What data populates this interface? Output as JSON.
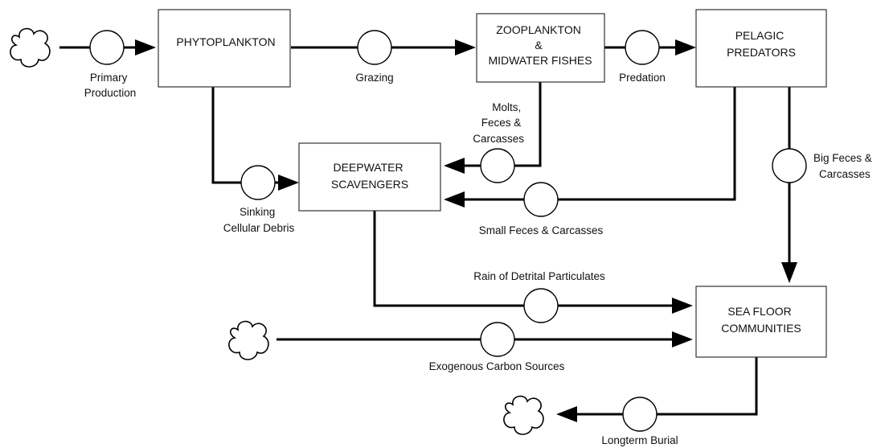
{
  "boxes": {
    "phytoplankton": [
      "PHYTOPLANKTON"
    ],
    "zooplankton": [
      "ZOOPLANKTON",
      "&",
      "MIDWATER FISHES"
    ],
    "pelagic": [
      "PELAGIC",
      "PREDATORS"
    ],
    "scavengers": [
      "DEEPWATER",
      "SCAVENGERS"
    ],
    "seafloor": [
      "SEA FLOOR",
      "COMMUNITIES"
    ]
  },
  "flows": {
    "primary_production": [
      "Primary",
      "Production"
    ],
    "grazing": [
      "Grazing"
    ],
    "predation": [
      "Predation"
    ],
    "molts": [
      "Molts,",
      "Feces &",
      "Carcasses"
    ],
    "big_feces": [
      "Big Feces &",
      "Carcasses"
    ],
    "sinking": [
      "Sinking",
      "Cellular Debris"
    ],
    "small_feces": [
      "Small Feces & Carcasses"
    ],
    "rain": [
      "Rain of Detrital Particulates"
    ],
    "exogenous": [
      "Exogenous Carbon Sources"
    ],
    "burial": [
      "Longterm Burial"
    ]
  }
}
